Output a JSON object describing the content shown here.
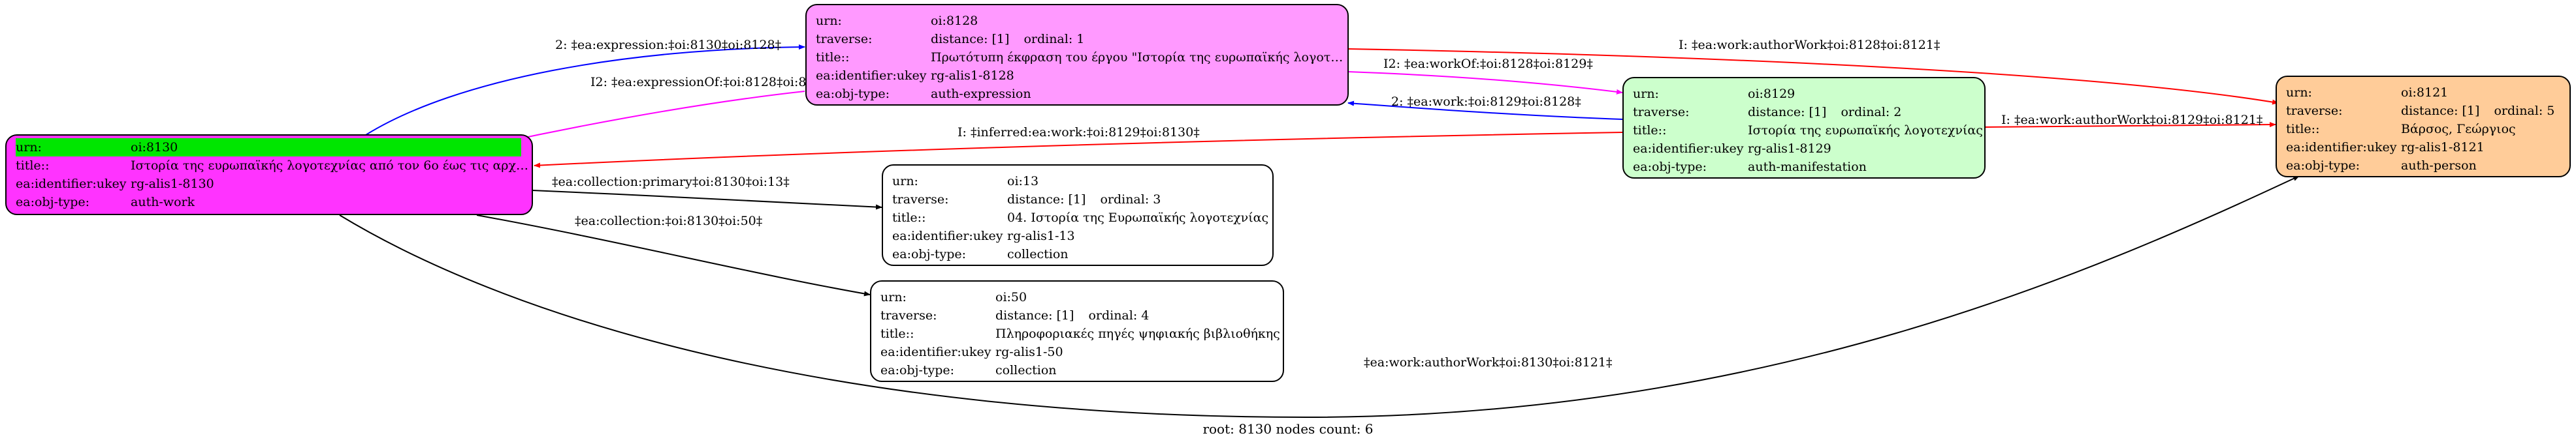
{
  "colors": {
    "work": "#ff33ff",
    "expression": "#ff99ff",
    "manifestation": "#ccffcc",
    "person": "#ffcc99",
    "collection": "#ffffff",
    "root_highlight": "#00e600",
    "edge_black": "#000000",
    "edge_blue": "#0000ff",
    "edge_magenta": "#ff00ff",
    "edge_red": "#ff0000"
  },
  "nodes": {
    "n8130": {
      "urn_label": "urn:",
      "urn": "oi:8130",
      "title_label": "title::",
      "title": "Ιστορία της ευρωπαϊκής λογοτεχνίας από τον 6ο έως τις αρχέ...",
      "ukey_label": "ea:identifier:ukey",
      "ukey": "rg-alis1-8130",
      "type_label": "ea:obj-type:",
      "type": "auth-work"
    },
    "n8128": {
      "urn_label": "urn:",
      "urn": "oi:8128",
      "traverse_label": "traverse:",
      "distance": "distance: [1]",
      "ordinal": "ordinal: 1",
      "title_label": "title::",
      "title": "Πρωτότυπη έκφραση του έργου \"Ιστορία της ευρωπαϊκής λογοτε...",
      "ukey_label": "ea:identifier:ukey",
      "ukey": "rg-alis1-8128",
      "type_label": "ea:obj-type:",
      "type": "auth-expression"
    },
    "n8129": {
      "urn_label": "urn:",
      "urn": "oi:8129",
      "traverse_label": "traverse:",
      "distance": "distance: [1]",
      "ordinal": "ordinal: 2",
      "title_label": "title::",
      "title": "Ιστορία της ευρωπαϊκής λογοτεχνίας",
      "ukey_label": "ea:identifier:ukey",
      "ukey": "rg-alis1-8129",
      "type_label": "ea:obj-type:",
      "type": "auth-manifestation"
    },
    "n8121": {
      "urn_label": "urn:",
      "urn": "oi:8121",
      "traverse_label": "traverse:",
      "distance": "distance: [1]",
      "ordinal": "ordinal: 5",
      "title_label": "title::",
      "title": "Βάρσος, Γεώργιος",
      "ukey_label": "ea:identifier:ukey",
      "ukey": "rg-alis1-8121",
      "type_label": "ea:obj-type:",
      "type": "auth-person"
    },
    "n13": {
      "urn_label": "urn:",
      "urn": "oi:13",
      "traverse_label": "traverse:",
      "distance": "distance: [1]",
      "ordinal": "ordinal: 3",
      "title_label": "title::",
      "title": "04. Ιστορία της Ευρωπαϊκής λογοτεχνίας",
      "ukey_label": "ea:identifier:ukey",
      "ukey": "rg-alis1-13",
      "type_label": "ea:obj-type:",
      "type": "collection"
    },
    "n50": {
      "urn_label": "urn:",
      "urn": "oi:50",
      "traverse_label": "traverse:",
      "distance": "distance: [1]",
      "ordinal": "ordinal: 4",
      "title_label": "title::",
      "title": "Πληροφοριακές πηγές ψηφιακής βιβλιοθήκης",
      "ukey_label": "ea:identifier:ukey",
      "ukey": "rg-alis1-50",
      "type_label": "ea:obj-type:",
      "type": "collection"
    }
  },
  "edges": [
    {
      "id": "e1",
      "label": "2: ‡ea:expression:‡oi:8130‡oi:8128‡",
      "color": "edge_blue"
    },
    {
      "id": "e2",
      "label": "I2: ‡ea:expressionOf:‡oi:8128‡oi:8130‡",
      "color": "edge_magenta"
    },
    {
      "id": "e3",
      "label": "I: ‡ea:work:authorWork‡oi:8128‡oi:8121‡",
      "color": "edge_red"
    },
    {
      "id": "e4",
      "label": "I2: ‡ea:workOf:‡oi:8128‡oi:8129‡",
      "color": "edge_magenta"
    },
    {
      "id": "e5",
      "label": "2: ‡ea:work:‡oi:8129‡oi:8128‡",
      "color": "edge_blue"
    },
    {
      "id": "e6",
      "label": "I: ‡inferred:ea:work:‡oi:8129‡oi:8130‡",
      "color": "edge_red"
    },
    {
      "id": "e7",
      "label": "I: ‡ea:work:authorWork‡oi:8129‡oi:8121‡",
      "color": "edge_red"
    },
    {
      "id": "e8",
      "label": "‡ea:collection:primary‡oi:8130‡oi:13‡",
      "color": "edge_black"
    },
    {
      "id": "e9",
      "label": "‡ea:collection:‡oi:8130‡oi:50‡",
      "color": "edge_black"
    },
    {
      "id": "e10",
      "label": "‡ea:work:authorWork‡oi:8130‡oi:8121‡",
      "color": "edge_black"
    }
  ],
  "footer": "root: 8130 nodes count: 6"
}
